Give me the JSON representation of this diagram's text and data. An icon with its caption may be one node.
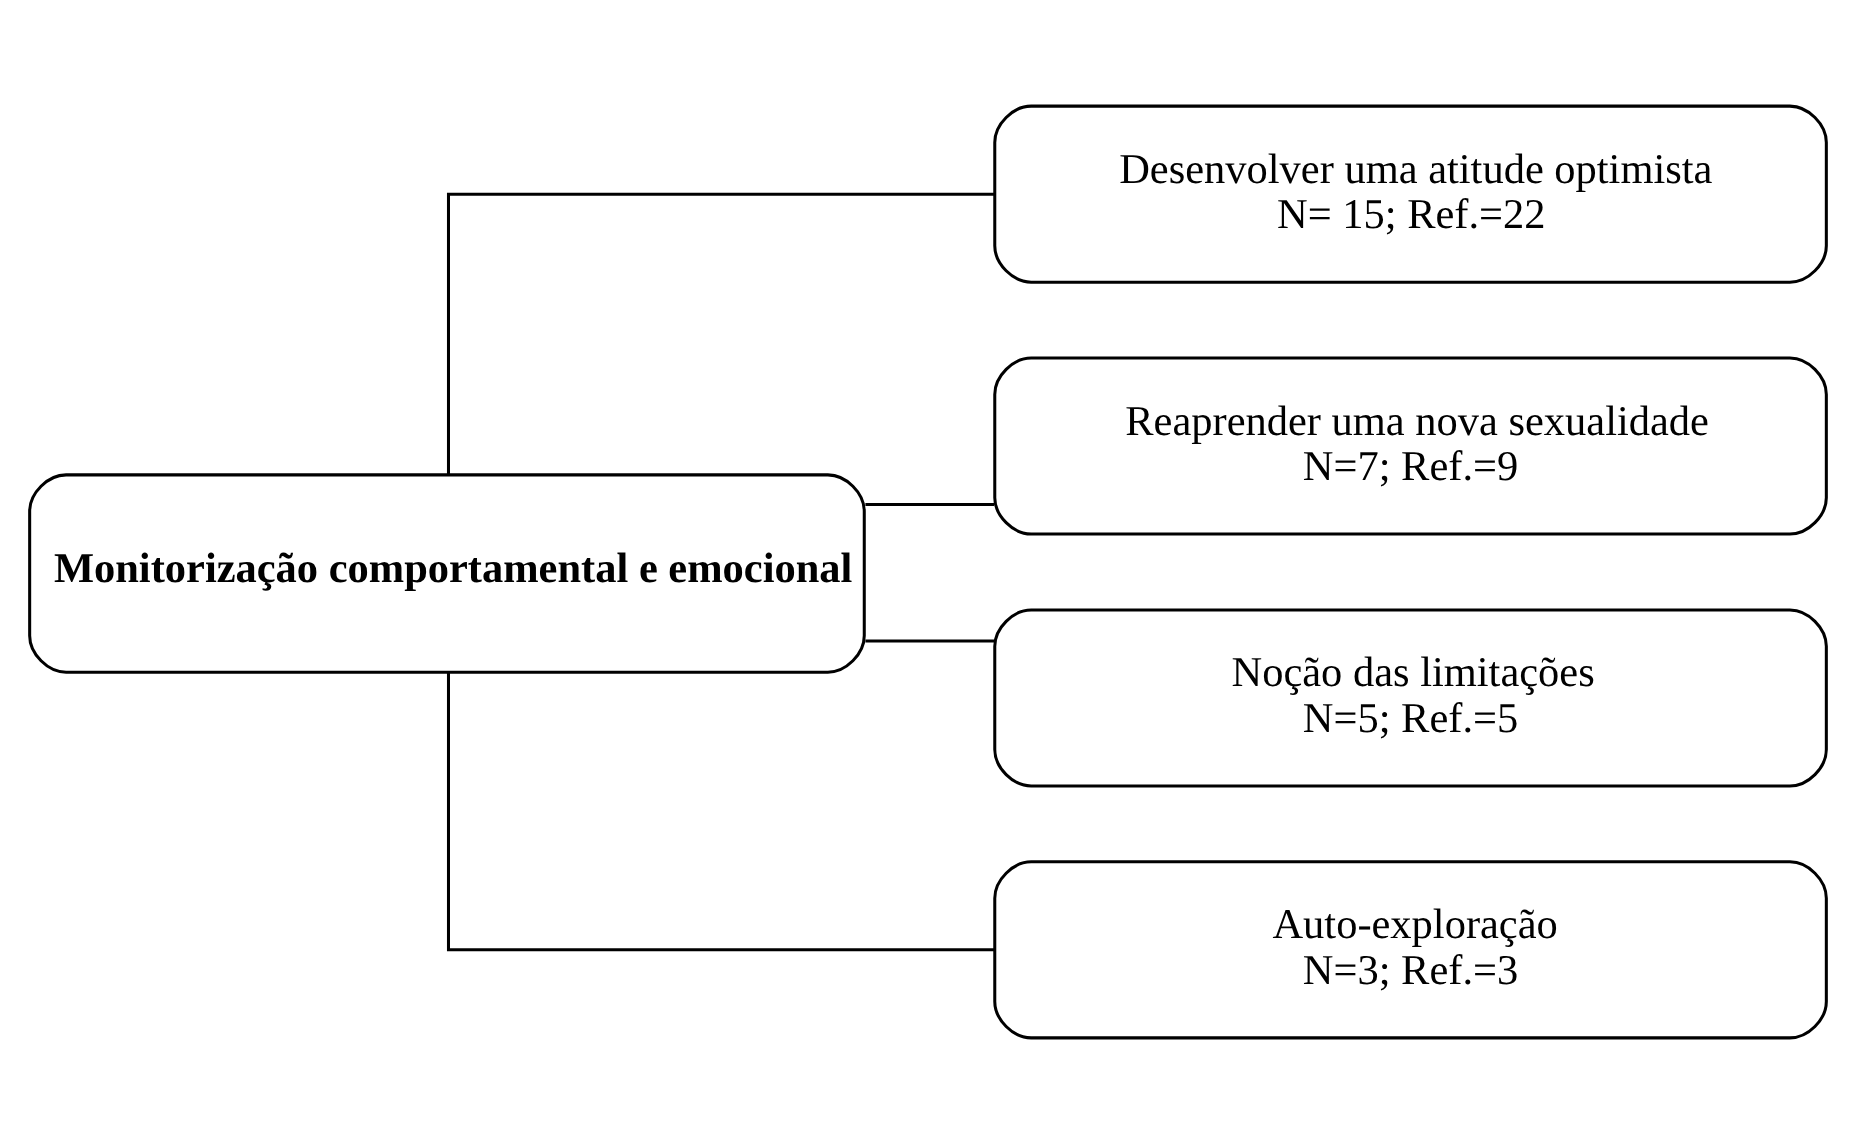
{
  "diagram": {
    "nodes": [
      {
        "text": [
          "Monitorização comportamental e emocional"
        ]
      },
      {
        "text": [
          "Desenvolver uma atitude optimista",
          "N= 15; Ref.=22"
        ]
      },
      {
        "text": [
          "Reaprender uma nova sexualidade",
          "N=7; Ref.=9"
        ]
      },
      {
        "text": [
          "Noção das limitações",
          "N=5; Ref.=5"
        ]
      },
      {
        "text": [
          "Auto-exploração",
          "N=3; Ref.=3"
        ]
      }
    ],
    "edges": [
      {
        "from": 0,
        "to": 1,
        "arrow": "none"
      },
      {
        "from": 0,
        "to": 2,
        "arrow": "none"
      },
      {
        "from": 0,
        "to": 3,
        "arrow": "none"
      },
      {
        "from": 0,
        "to": 4,
        "arrow": "none"
      }
    ]
  }
}
